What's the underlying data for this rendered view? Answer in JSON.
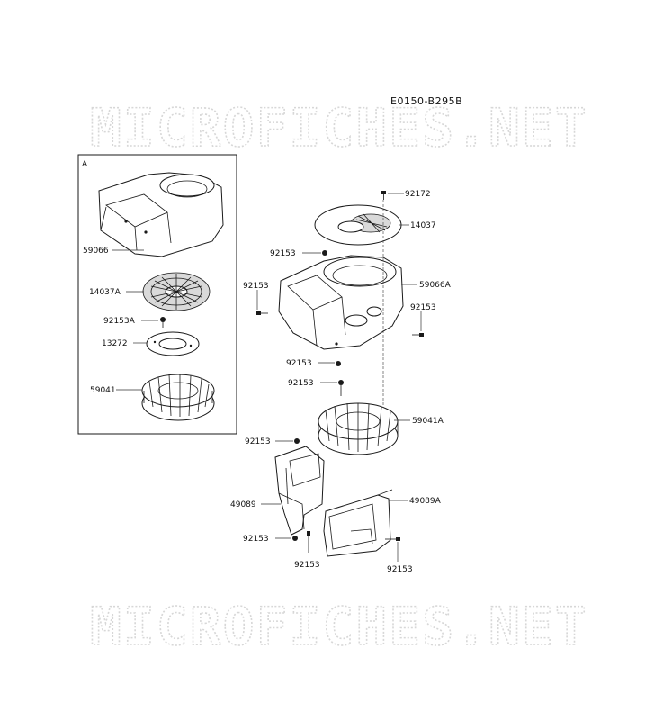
{
  "document_id": "E0150-B295B",
  "watermarks": [
    "MICROFICHES.NET",
    "MICROFICHES.NET"
  ],
  "inset_label": "A",
  "inset_labels": {
    "housing": "59066",
    "screen": "14037A",
    "bolt": "92153A",
    "plate": "13272",
    "fan": "59041"
  },
  "main_labels": {
    "bolt_top": "92172",
    "screen": "14037",
    "bolt_housing_top": "92153",
    "housing": "59066A",
    "bolt_housing_left": "92153",
    "bolt_housing_right": "92153",
    "bolt_housing_bottom": "92153",
    "bolt_fan": "92153",
    "fan": "59041A",
    "bolt_shroud_top": "92153",
    "shroud_left": "49089",
    "shroud_right": "49089A",
    "bolt_shroud_left_bottom": "92153",
    "bolt_shroud_mid": "92153",
    "bolt_shroud_right": "92153"
  },
  "colors": {
    "ink": "#1a1a1a",
    "watermark": "#d7d7d7",
    "background": "#ffffff"
  }
}
